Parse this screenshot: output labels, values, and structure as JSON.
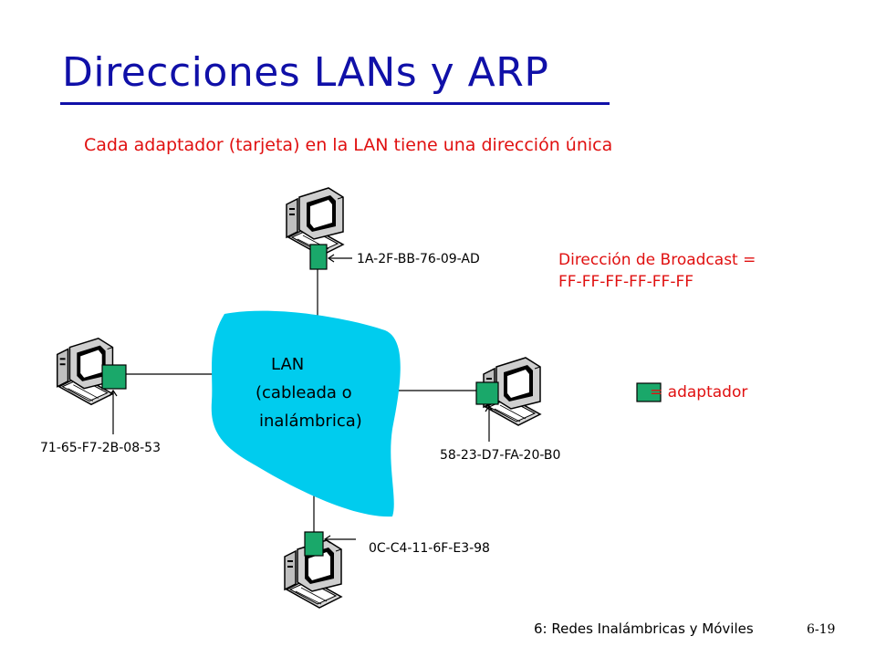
{
  "slide": {
    "title": "Direcciones LANs y ARP",
    "subtitle": "Cada adaptador (tarjeta) en la LAN tiene una dirección única",
    "broadcast_line1": "Dirección de Broadcast =",
    "broadcast_line2": "FF-FF-FF-FF-FF-FF",
    "legend_label": "= adaptador",
    "footer_text": "6: Redes Inalámbricas y Móviles",
    "footer_page": "6-19"
  },
  "lan": {
    "line1": "LAN",
    "line2": "(cableada o",
    "line3": "inalámbrica)"
  },
  "hosts": {
    "top": {
      "mac": "1A-2F-BB-76-09-AD"
    },
    "left": {
      "mac": "71-65-F7-2B-08-53"
    },
    "right": {
      "mac": "58-23-D7-FA-20-B0"
    },
    "bottom": {
      "mac": "0C-C4-11-6F-E3-98"
    }
  },
  "colors": {
    "title": "#1010a8",
    "accent_text": "#e01010",
    "lan_cloud": "#00ccee",
    "adapter": "#1aa86a"
  },
  "icons": {
    "host": "desktop-computer-icon",
    "adapter": "network-adapter-icon",
    "lan": "lan-cloud-icon"
  }
}
